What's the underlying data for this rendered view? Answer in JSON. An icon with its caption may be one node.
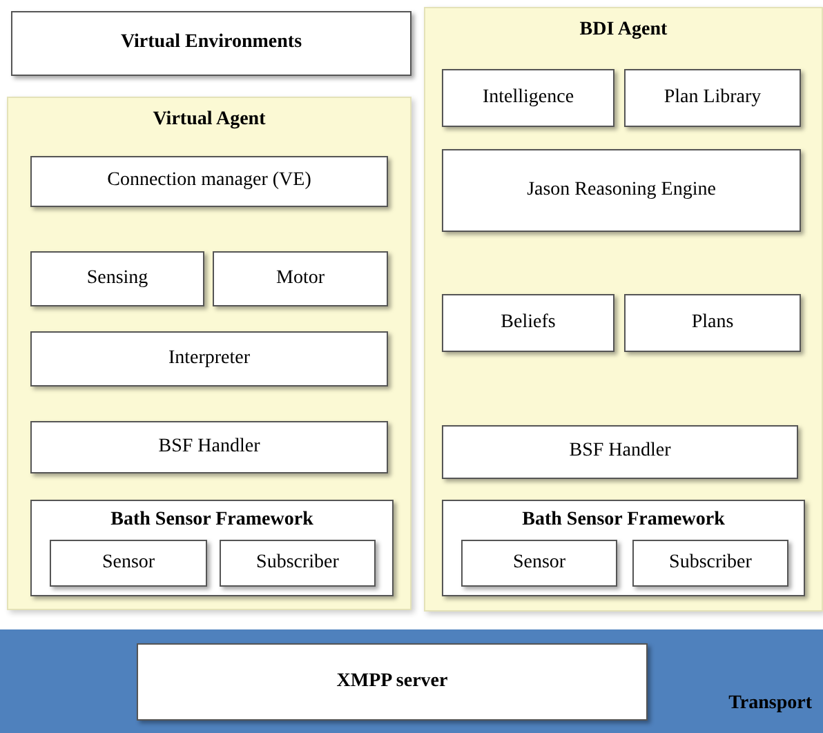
{
  "diagram": {
    "nodes": [
      {
        "text": [
          "Virtual Environments"
        ]
      },
      {
        "text": [
          "Virtual Agent"
        ]
      },
      {
        "text": [
          "Connection manager (VE)"
        ],
        "in": 1
      },
      {
        "text": [
          "Sensing"
        ],
        "in": 1
      },
      {
        "text": [
          "Motor"
        ],
        "in": 1
      },
      {
        "text": [
          "Interpreter"
        ],
        "in": 1
      },
      {
        "text": [
          "BSF Handler"
        ],
        "in": 1
      },
      {
        "text": [
          "Bath Sensor Framework"
        ],
        "in": 1
      },
      {
        "text": [
          "Sensor"
        ],
        "in": 7
      },
      {
        "text": [
          "Subscriber"
        ],
        "in": 7
      },
      {
        "text": [
          "BDI Agent"
        ]
      },
      {
        "text": [
          "Intelligence"
        ],
        "in": 10
      },
      {
        "text": [
          "Plan Library"
        ],
        "in": 10
      },
      {
        "text": [
          "Jason Reasoning Engine"
        ],
        "in": 10
      },
      {
        "text": [
          "Beliefs"
        ],
        "in": 10
      },
      {
        "text": [
          "Plans"
        ],
        "in": 10
      },
      {
        "text": [
          "BSF Handler"
        ],
        "in": 10
      },
      {
        "text": [
          "Bath Sensor Framework"
        ],
        "in": 10
      },
      {
        "text": [
          "Sensor"
        ],
        "in": 17
      },
      {
        "text": [
          "Subscriber"
        ],
        "in": 17
      },
      {
        "text": [
          "Transport"
        ]
      },
      {
        "text": [
          "XMPP server"
        ],
        "in": 20
      }
    ]
  }
}
